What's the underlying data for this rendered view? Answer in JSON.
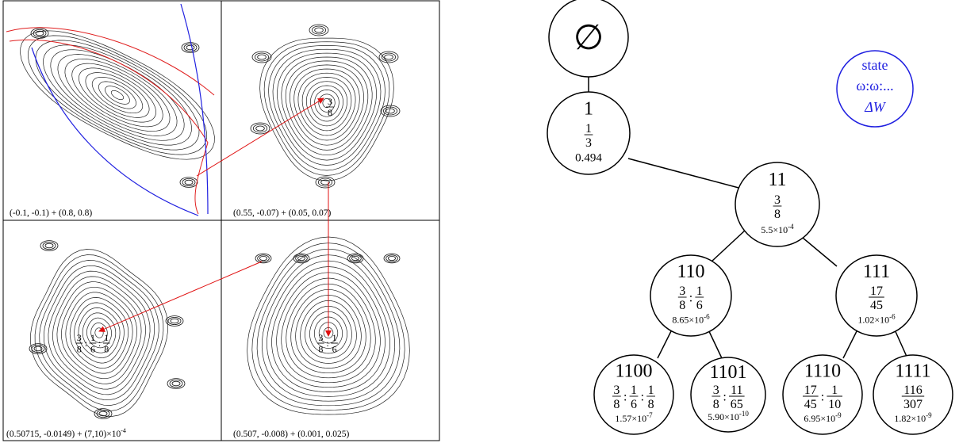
{
  "panels": [
    {
      "id": "tl",
      "label": "(-0.1, -0.1) + (0.8, 0.8)"
    },
    {
      "id": "tr",
      "label": "(0.55, -0.07) + (0.05, 0.07)",
      "annotation": {
        "num": "3",
        "den": "8"
      }
    },
    {
      "id": "bl",
      "label_main": "(0.50715, -0.0149) + (7,10)×10",
      "label_exp": "-4",
      "annotation": [
        {
          "num": "3",
          "den": "8"
        },
        {
          "num": "1",
          "den": "6"
        },
        {
          "num": "1",
          "den": "8"
        }
      ]
    },
    {
      "id": "br",
      "label": "(0.507, -0.008) + (0.001, 0.025)",
      "annotation": [
        {
          "num": "3",
          "den": "8"
        },
        {
          "num": "1",
          "den": "6"
        }
      ]
    }
  ],
  "legend": {
    "line1": "state",
    "line2": "ω:ω:...",
    "line3": "ΔW",
    "color": "#1f1fe0"
  },
  "tree": {
    "root": {
      "symbol": "∅"
    },
    "nodes": [
      {
        "id": "n1",
        "state": "1",
        "fracs": [
          {
            "num": "1",
            "den": "3"
          }
        ],
        "value": "0.494",
        "exp": ""
      },
      {
        "id": "n11",
        "state": "11",
        "fracs": [
          {
            "num": "3",
            "den": "8"
          }
        ],
        "value": "5.5×10",
        "exp": "-4"
      },
      {
        "id": "n110",
        "state": "110",
        "fracs": [
          {
            "num": "3",
            "den": "8"
          },
          {
            "num": "1",
            "den": "6"
          }
        ],
        "value": "8.65×10",
        "exp": "-6"
      },
      {
        "id": "n111",
        "state": "111",
        "fracs": [
          {
            "num": "17",
            "den": "45"
          }
        ],
        "value": "1.02×10",
        "exp": "-6"
      },
      {
        "id": "n1100",
        "state": "1100",
        "fracs": [
          {
            "num": "3",
            "den": "8"
          },
          {
            "num": "1",
            "den": "6"
          },
          {
            "num": "1",
            "den": "8"
          }
        ],
        "value": "1.57×10",
        "exp": "-7"
      },
      {
        "id": "n1101",
        "state": "1101",
        "fracs": [
          {
            "num": "3",
            "den": "8"
          },
          {
            "num": "11",
            "den": "65"
          }
        ],
        "value": "5.90×10",
        "exp": "-10"
      },
      {
        "id": "n1110",
        "state": "1110",
        "fracs": [
          {
            "num": "17",
            "den": "45"
          },
          {
            "num": "1",
            "den": "10"
          }
        ],
        "value": "6.95×10",
        "exp": "-9"
      },
      {
        "id": "n1111",
        "state": "1111",
        "fracs": [
          {
            "num": "116",
            "den": "307"
          }
        ],
        "value": "1.82×10",
        "exp": "-9"
      }
    ]
  }
}
